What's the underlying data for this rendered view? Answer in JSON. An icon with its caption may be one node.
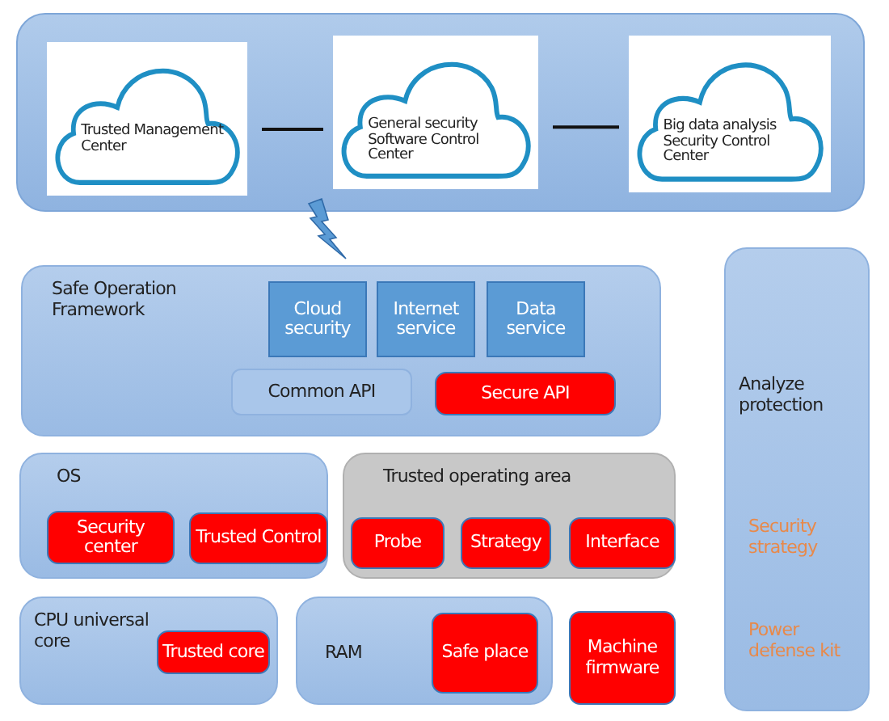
{
  "diagram": {
    "nodes": [
      {
        "text": [],
        "shape": "box"
      },
      {
        "text": [
          "Trusted Management Center"
        ],
        "in": 0
      },
      {
        "text": [
          "General security Software Control Center"
        ],
        "in": 0
      },
      {
        "text": [
          "Big data analysis Security Control Center"
        ],
        "in": 0
      },
      {
        "text": [
          "Safe Operation Framework"
        ]
      },
      {
        "text": [
          "Cloud security"
        ],
        "in": 4
      },
      {
        "text": [
          "Internet service"
        ],
        "in": 4
      },
      {
        "text": [
          "Data service"
        ],
        "in": 4
      },
      {
        "text": [
          "Common API"
        ],
        "in": 4
      },
      {
        "text": [
          "Secure API"
        ],
        "in": 4
      },
      {
        "text": [
          "Analyze protection",
          "Security strategy",
          "Power defense kit"
        ]
      },
      {
        "text": [
          "OS"
        ]
      },
      {
        "text": [
          "Security center"
        ],
        "in": 11
      },
      {
        "text": [
          "Trusted Control"
        ],
        "in": 11
      },
      {
        "text": [
          "Trusted operating area"
        ]
      },
      {
        "text": [
          "Probe"
        ],
        "in": 14
      },
      {
        "text": [
          "Strategy"
        ],
        "in": 14
      },
      {
        "text": [
          "Interface"
        ],
        "in": 14
      },
      {
        "text": [
          "CPU universal core"
        ]
      },
      {
        "text": [
          "Trusted core"
        ],
        "in": 18
      },
      {
        "text": [
          "RAM"
        ]
      },
      {
        "text": [
          "Safe place"
        ],
        "in": 20
      },
      {
        "text": [
          "Machine firmware"
        ]
      }
    ],
    "edges": [
      {
        "from": 1,
        "to": 2,
        "arrow": "none"
      },
      {
        "from": 2,
        "to": 3,
        "arrow": "none"
      }
    ]
  }
}
